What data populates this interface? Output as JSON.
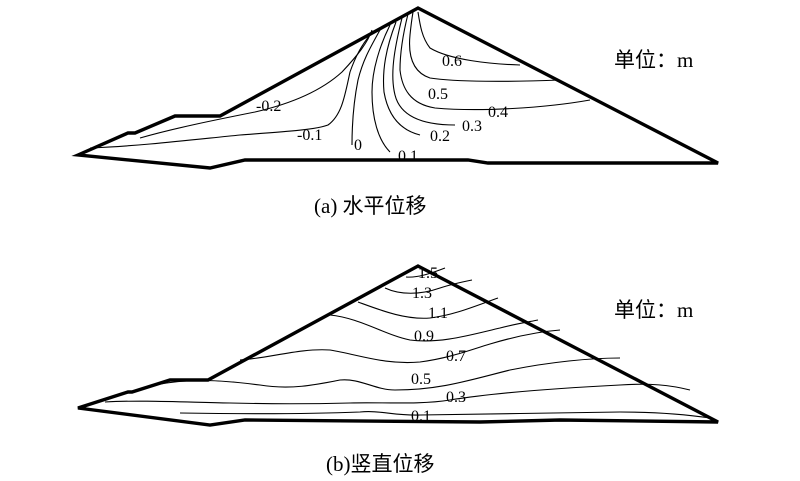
{
  "panels": [
    {
      "caption": "(a) 水平位移",
      "unit_label": "单位：m",
      "contour_labels": [
        "-0.2",
        "-0.1",
        "0",
        "0.1",
        "0.2",
        "0.3",
        "0.4",
        "0.5",
        "0.6"
      ]
    },
    {
      "caption": "(b)竖直位移",
      "unit_label": "单位：m",
      "contour_labels": [
        "1.5",
        "1.3",
        "1.1",
        "0.9",
        "0.7",
        "0.5",
        "0.3",
        "0.1"
      ]
    }
  ]
}
